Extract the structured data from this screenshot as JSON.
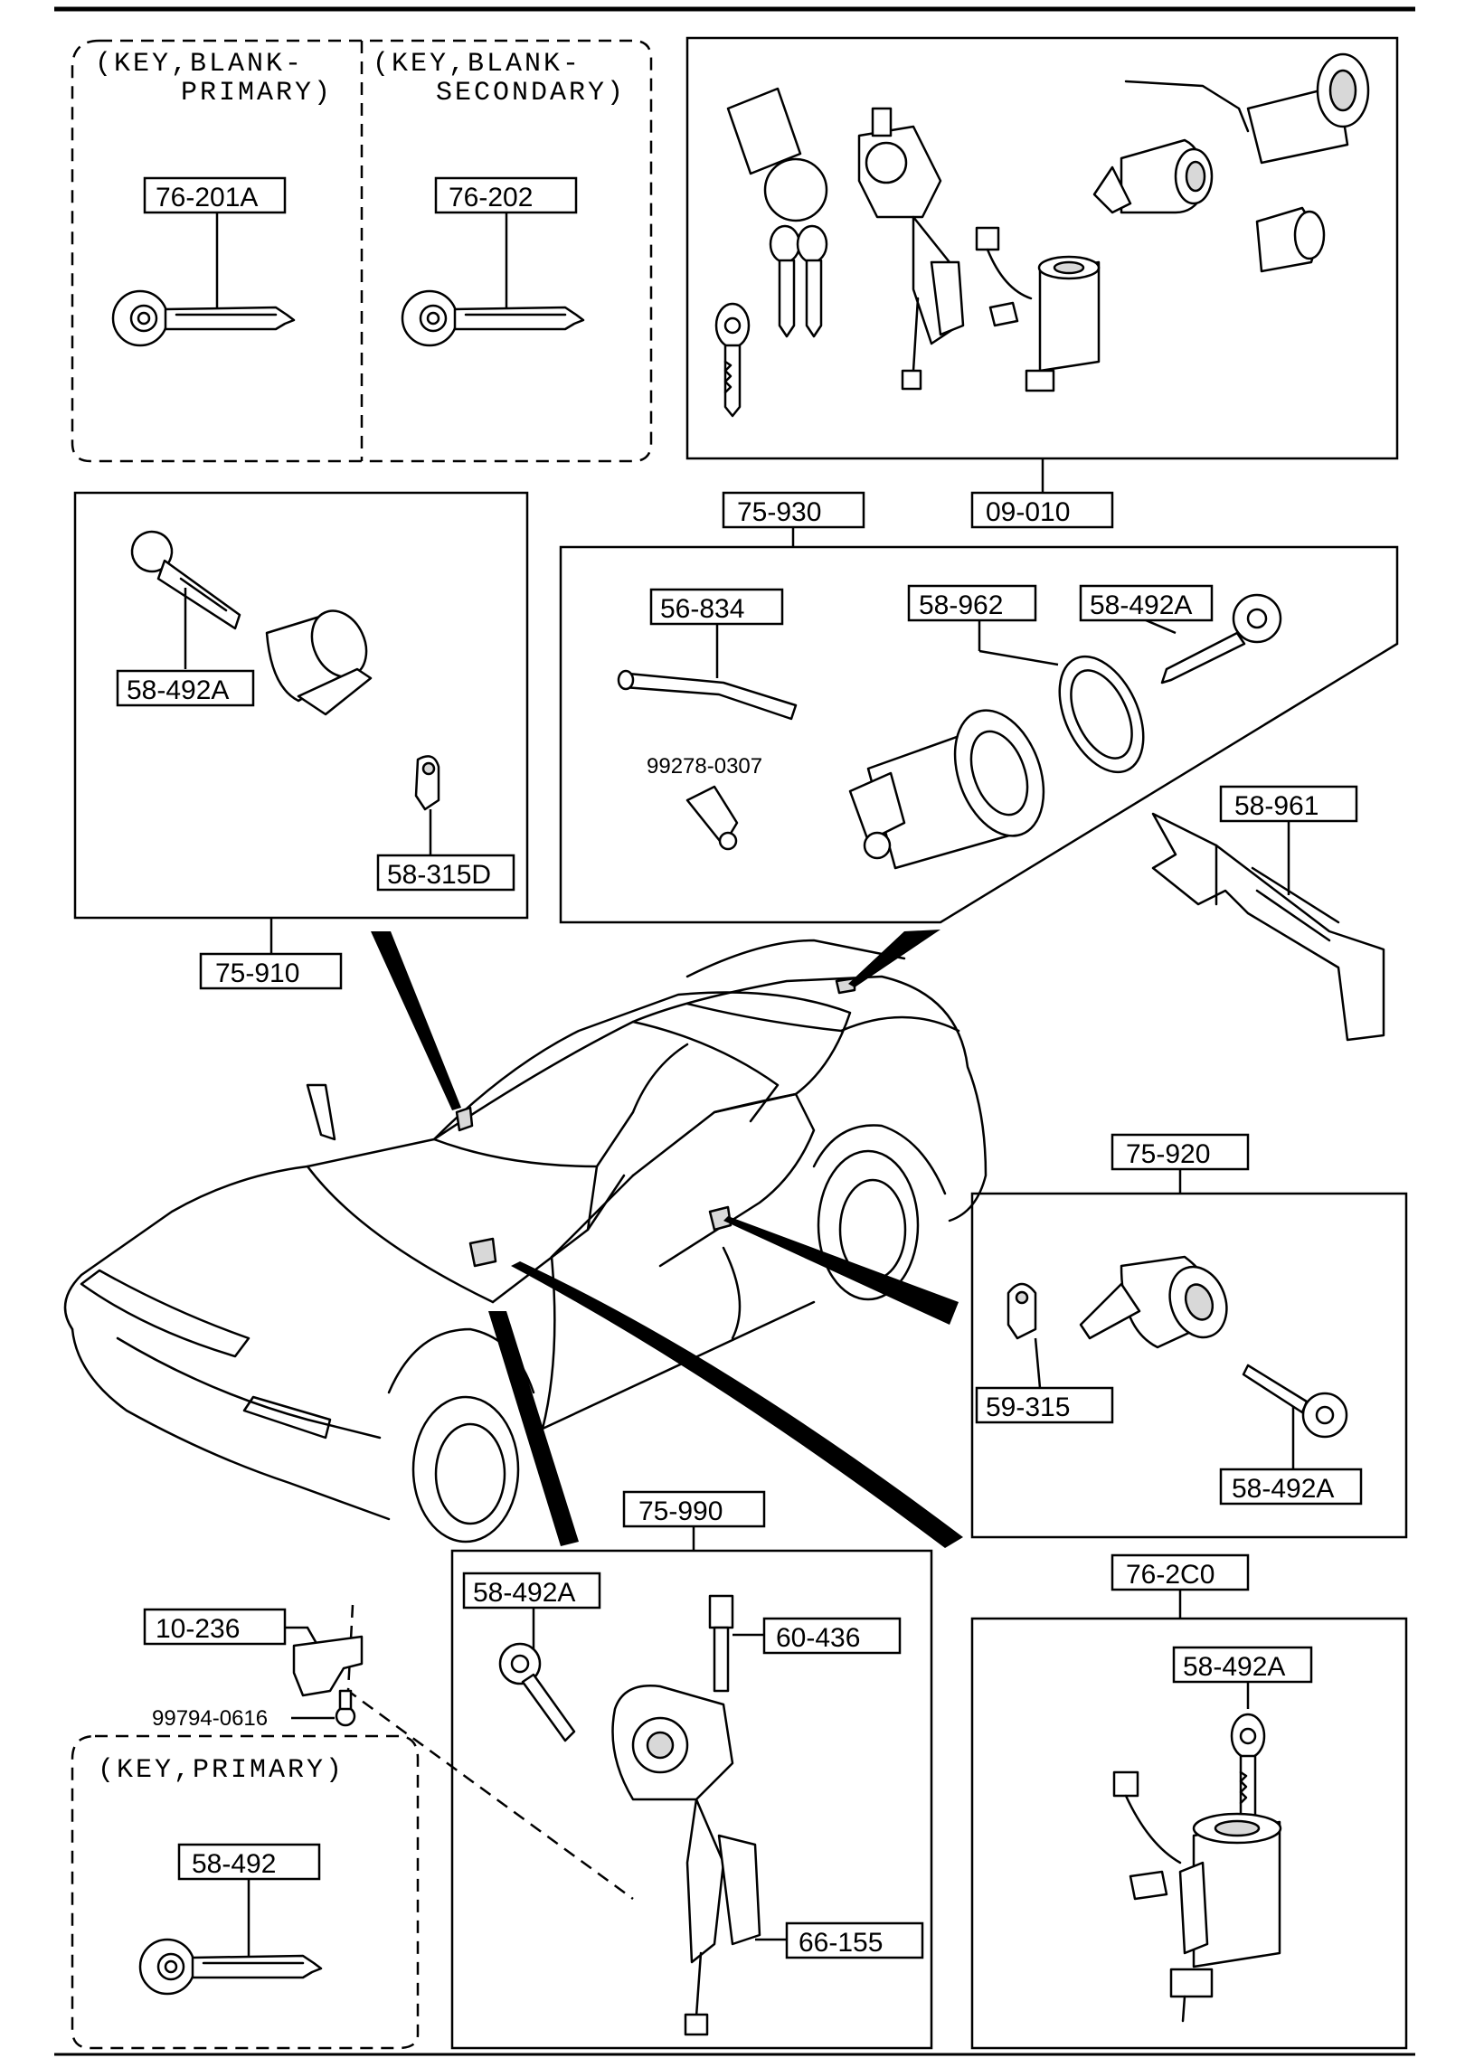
{
  "labels": {
    "key_blank_primary_line1": "(KEY,BLANK-",
    "key_blank_primary_line2": "PRIMARY)",
    "key_blank_secondary_line1": "(KEY,BLANK-",
    "key_blank_secondary_line2": "SECONDARY)",
    "key_primary": "(KEY,PRIMARY)"
  },
  "part_numbers": {
    "p76_201A": "76-201A",
    "p76_202": "76-202",
    "p09_010": "09-010",
    "p75_930": "75-930",
    "p56_834": "56-834",
    "p58_962": "58-962",
    "p58_492A_930": "58-492A",
    "p99278_0307": "99278-0307",
    "p58_961": "58-961",
    "p58_492A_910": "58-492A",
    "p58_315D": "58-315D",
    "p75_910": "75-910",
    "p75_920": "75-920",
    "p59_315": "59-315",
    "p58_492A_920": "58-492A",
    "p75_990": "75-990",
    "p58_492A_990": "58-492A",
    "p60_436": "60-436",
    "p66_155": "66-155",
    "p10_236": "10-236",
    "p99794_0616": "99794-0616",
    "p58_492": "58-492",
    "p76_2C0": "76-2C0",
    "p58_492A_2C0": "58-492A"
  }
}
